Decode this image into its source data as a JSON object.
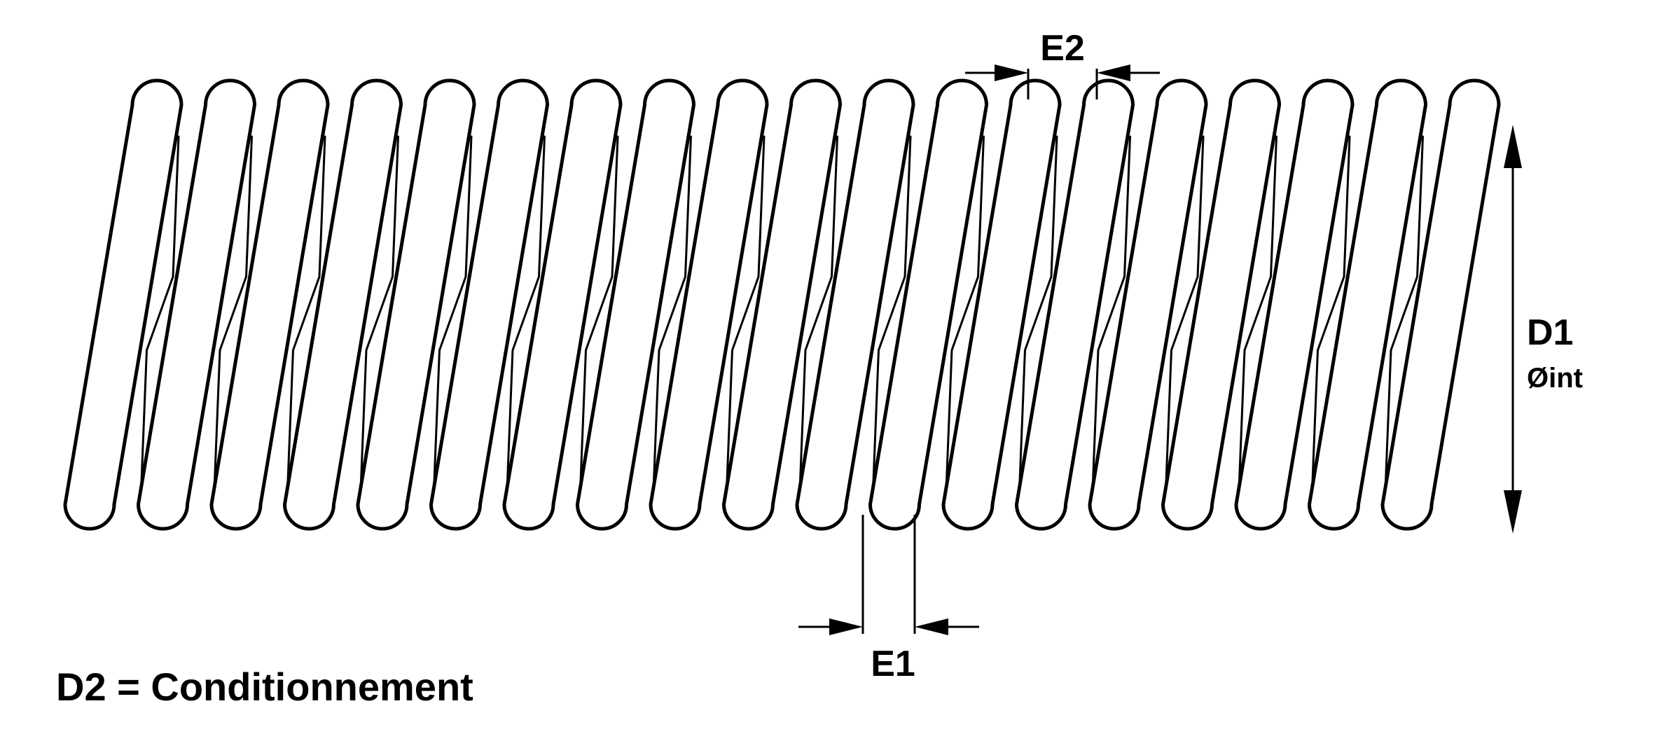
{
  "diagram": {
    "subject": "compression spring",
    "coil_count": 19,
    "colors": {
      "stroke": "#000000",
      "background": "#ffffff"
    },
    "labels": {
      "e2": "E2",
      "e1": "E1",
      "d1": "D1",
      "d1_sub": "Øint",
      "d2_note": "D2 = Conditionnement"
    }
  }
}
